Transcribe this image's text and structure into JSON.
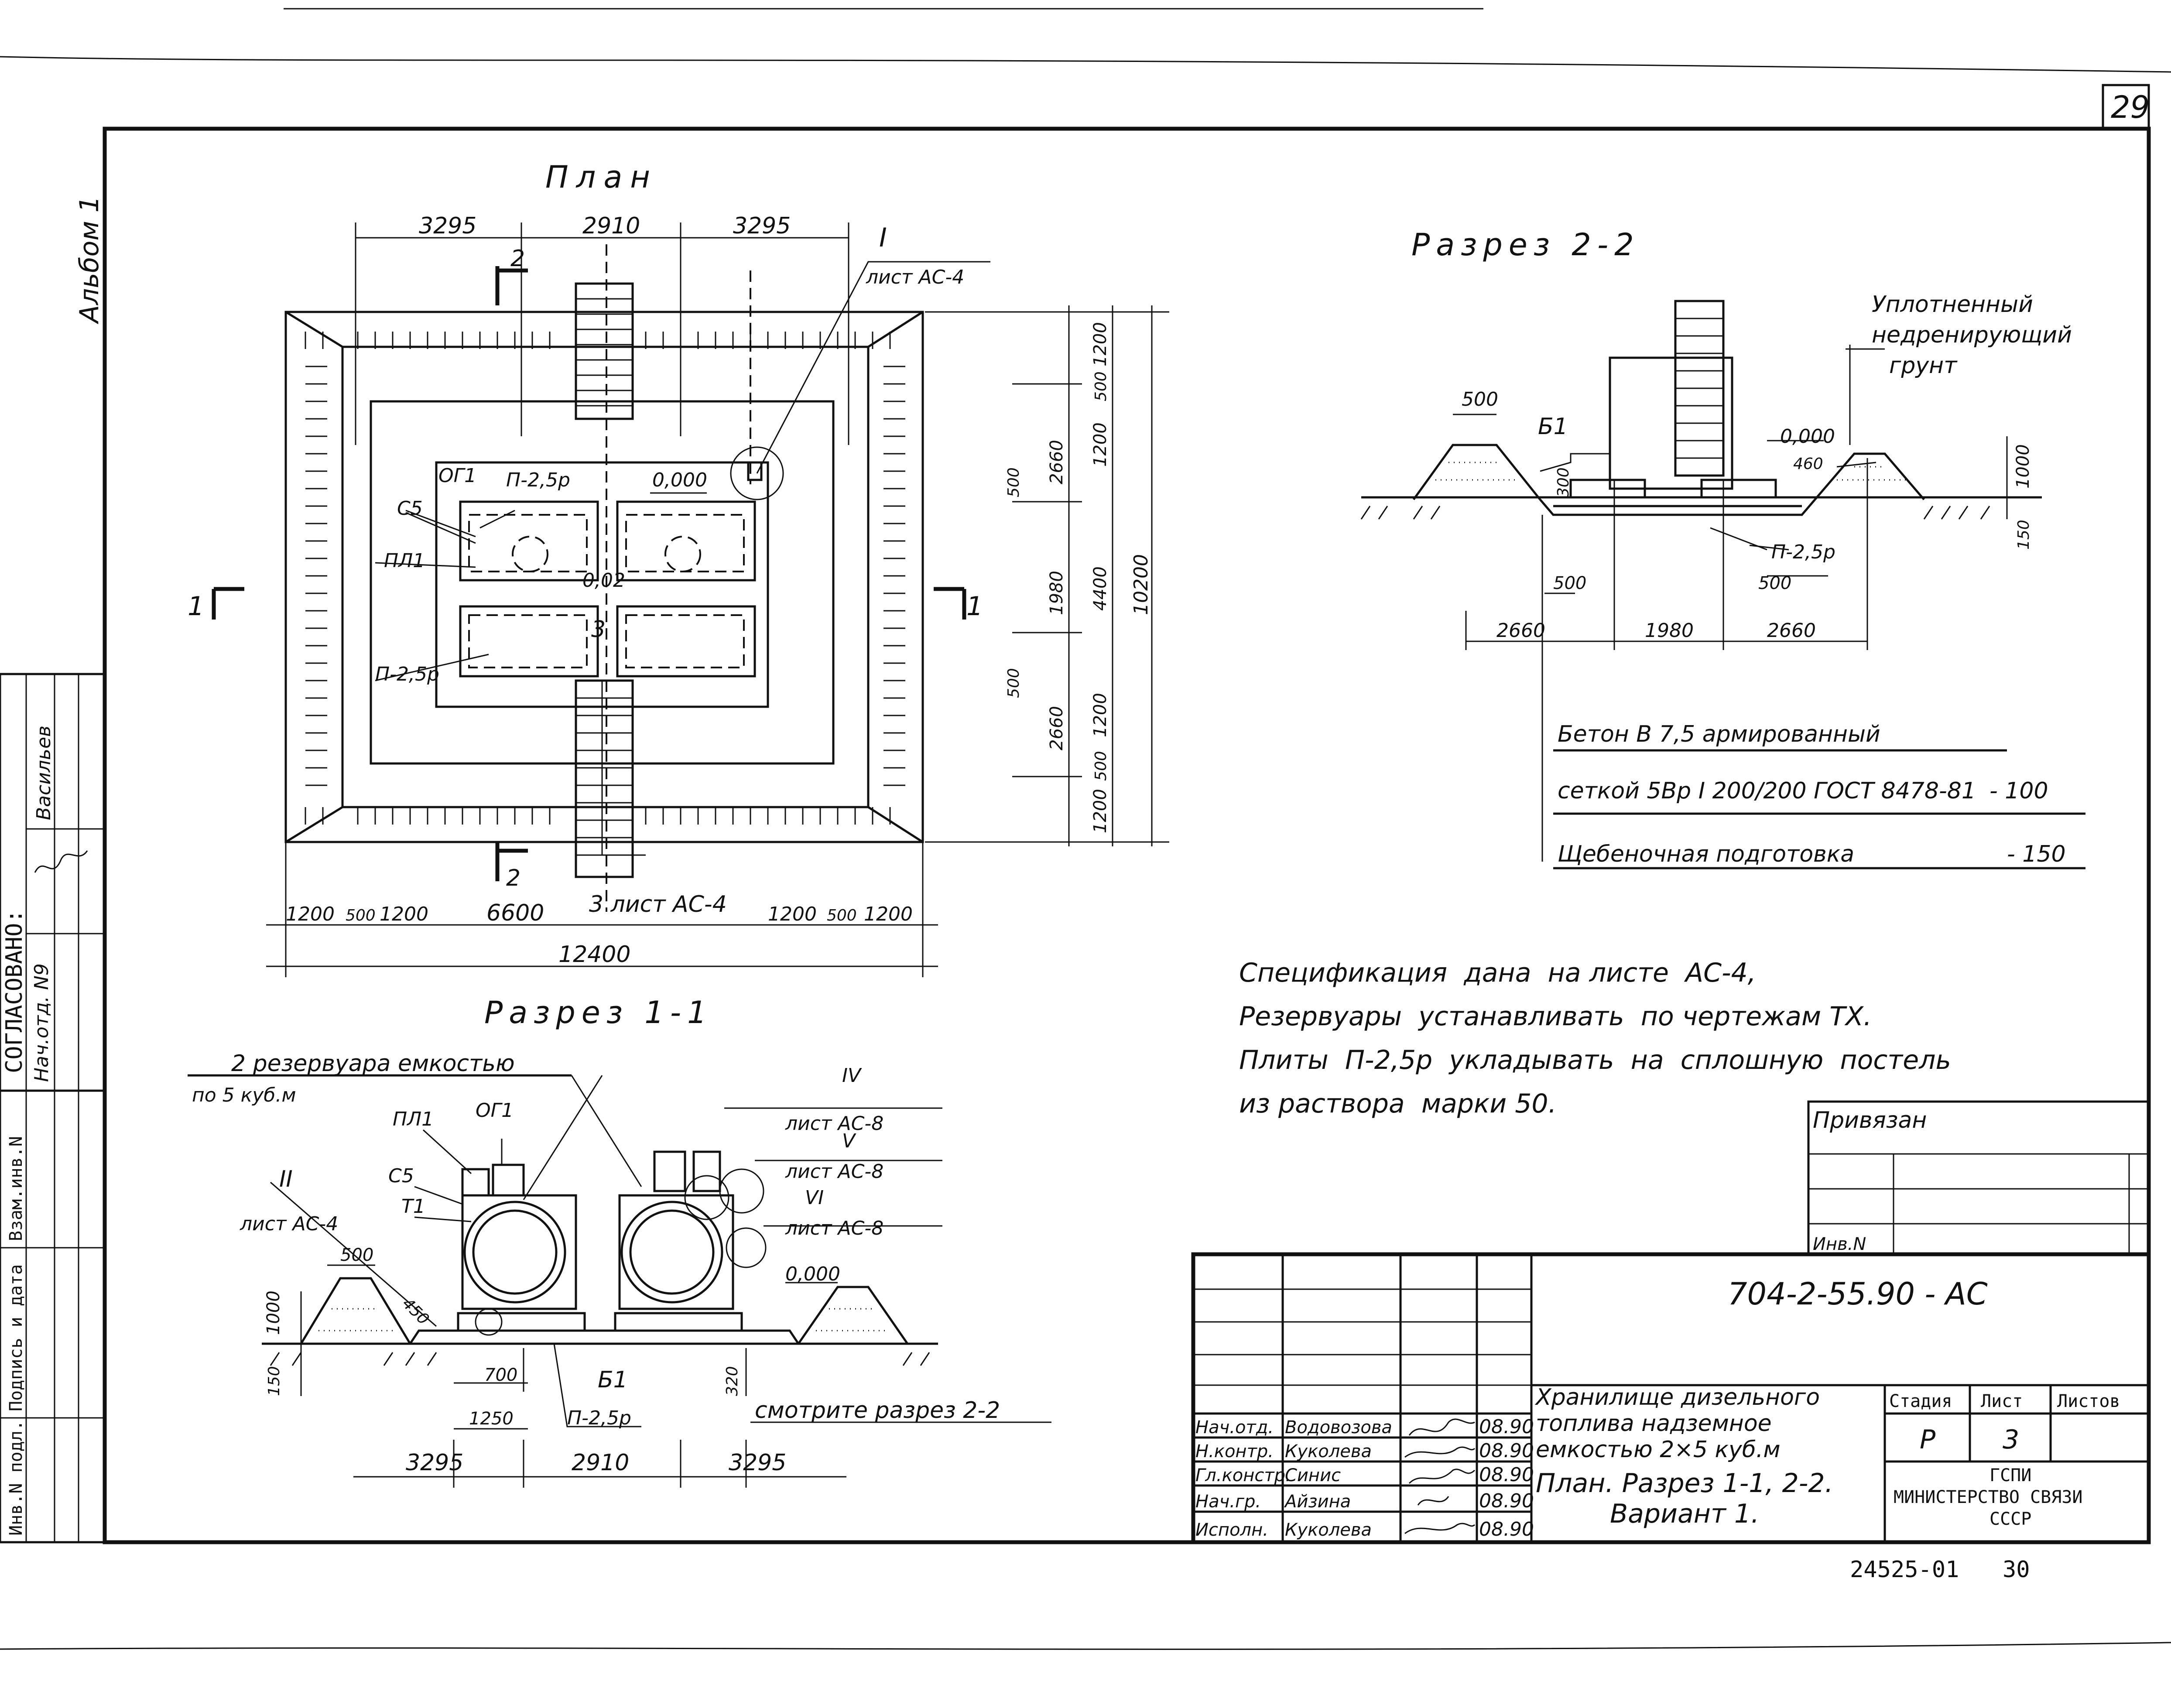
{
  "sheet": {
    "page_number": "29",
    "album": "Альбом 1",
    "doc_code": "704-2-55.90 - АС",
    "bottom_code": "24525-01",
    "bottom_num": "30"
  },
  "plan": {
    "title": "План",
    "dims_top": [
      "3295",
      "2910",
      "3295"
    ],
    "dims_right": [
      "1200",
      "500",
      "1200",
      "2660",
      "500",
      "1980",
      "4400",
      "10200",
      "500",
      "2660",
      "1200",
      "500",
      "1200"
    ],
    "dims_bottom": [
      "1200",
      "500",
      "1200",
      "6600",
      "1200",
      "500",
      "1200"
    ],
    "dim_total": "12400",
    "labels": {
      "section_top": "2",
      "section_bottom": "2",
      "section_left": "1",
      "section_right": "1",
      "node_I": "I",
      "node_I_sheet": "лист АС-4",
      "node_3": "3",
      "node_3_sheet": "3 лист АС-4",
      "og1": "ОГ1",
      "p25_top": "П-2,5р",
      "zero": "0,000",
      "c5": "С5",
      "pl1": "ПЛ1",
      "slope": "0,02",
      "p25_bottom": "П-2,5р"
    }
  },
  "section22": {
    "title": "Разрез 2-2",
    "soil_note": [
      "Уплотненный",
      "недренирующий",
      "грунт"
    ],
    "labels": {
      "d500_top": "500",
      "b1": "Б1",
      "zero": "0,000",
      "d300": "300",
      "d460": "460",
      "d1000": "1000",
      "d150": "150",
      "p25": "П-2,5р",
      "d500_mid": "500",
      "d500_right": "500"
    },
    "dims_bottom": [
      "2660",
      "1980",
      "2660"
    ],
    "layers": [
      {
        "text": "Бетон В 7,5    армированный",
        "value": ""
      },
      {
        "text": "сеткой 5Вр I 200/200 ГОСТ 8478-81",
        "value": "- 100"
      },
      {
        "text": "Щебеночная подготовка",
        "value": "- 150"
      }
    ]
  },
  "section11": {
    "title": "Разрез 1-1",
    "tanks_note": [
      "2 резервуара емкостью",
      "по 5 куб.м"
    ],
    "labels": {
      "pl1": "ПЛ1",
      "og1": "ОГ1",
      "c5": "С5",
      "t1": "Т1",
      "node_II": "II",
      "node_II_sheet": "лист АС-4",
      "d500": "500",
      "d450": "450",
      "d1000": "1000",
      "d150": "150",
      "d700": "700",
      "d1250": "1250",
      "b1": "Б1",
      "p25": "П-2,5р",
      "d320": "320",
      "node_IV": "IV",
      "node_IV_sheet": "лист АС-8",
      "node_V": "V",
      "node_V_sheet": "лист АС-8",
      "node_VI": "VI",
      "node_VI_sheet": "лист АС-8",
      "zero": "0,000",
      "see_section": "смотрите разрез 2-2"
    },
    "dims_bottom": [
      "3295",
      "2910",
      "3295"
    ]
  },
  "notes": [
    "Спецификация  дана  на листе  АС-4,",
    "Резервуары  устанавливать  по чертежам ТХ.",
    "Плиты  П-2,5р  укладывать  на  сплошную  постель",
    "из раствора  марки 50."
  ],
  "binding": {
    "title": "Привязан",
    "inv": "Инв.N"
  },
  "left_stamp": {
    "agreed": "СОГЛАСОВАНО:",
    "head": "Нач.отд. N9",
    "name": "Васильев",
    "cols": [
      "Инв.N подл.",
      "Подпись и дата",
      "Взам.инв.N"
    ]
  },
  "title_block": {
    "object": [
      "Хранилище дизельного",
      "топлива  надземное",
      "емкостью  2×5 куб.м"
    ],
    "sheet_title": [
      "План. Разрез 1-1, 2-2.",
      "Вариант 1."
    ],
    "stage_header": "Стадия",
    "sheet_header": "Лист",
    "sheets_header": "Листов",
    "stage": "Р",
    "sheet": "3",
    "org": [
      "ГСПИ",
      "МИНИСТЕРСТВО  СВЯЗИ",
      "СССР"
    ],
    "staff": [
      {
        "role": "Нач.отд.",
        "name": "Водовозова",
        "date": "08.90"
      },
      {
        "role": "Н.контр.",
        "name": "Куколева",
        "date": "08.90"
      },
      {
        "role": "Гл.констр.",
        "name": "Синис",
        "date": "08.90"
      },
      {
        "role": "Нач.гр.",
        "name": "Айзина",
        "date": "08.90"
      },
      {
        "role": "Исполн.",
        "name": "Куколева",
        "date": "08.90"
      }
    ]
  }
}
